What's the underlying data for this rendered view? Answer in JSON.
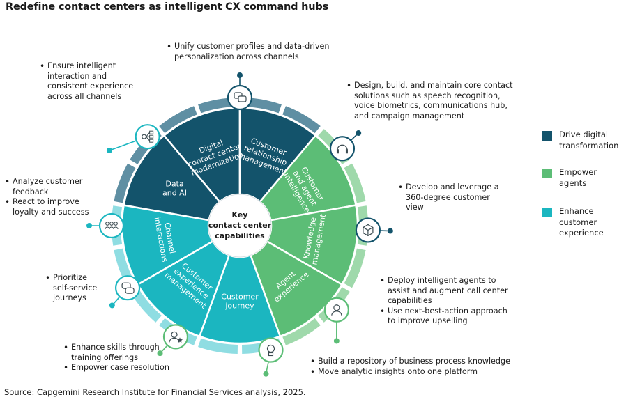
{
  "title": "Redefine contact centers as intelligent CX command hubs",
  "source": "Source: Capgemini Research Institute for Financial Services analysis, 2025.",
  "center": [
    "Key",
    "contact center",
    "capabilities"
  ],
  "colors": {
    "drive": "#13536b",
    "empower": "#5cbd76",
    "enhance": "#1bb6c0",
    "light_drive": "#5f8fa3",
    "light_empower": "#9fd9ab",
    "light_enhance": "#8fdde2"
  },
  "segments": [
    {
      "lines": [
        "Data",
        "and AI"
      ],
      "group": "drive"
    },
    {
      "lines": [
        "Digital",
        "contact center",
        "modernization"
      ],
      "group": "drive"
    },
    {
      "lines": [
        "Customer",
        "relationship",
        "management"
      ],
      "group": "drive"
    },
    {
      "lines": [
        "Customer",
        "and agent",
        "intelligence"
      ],
      "group": "empower"
    },
    {
      "lines": [
        "Knowledge",
        "management"
      ],
      "group": "empower"
    },
    {
      "lines": [
        "Agent",
        "experience"
      ],
      "group": "empower"
    },
    {
      "lines": [
        "Customer",
        "journey"
      ],
      "group": "enhance"
    },
    {
      "lines": [
        "Customer",
        "experience",
        "management"
      ],
      "group": "enhance"
    },
    {
      "lines": [
        "Channel",
        "interactions"
      ],
      "group": "enhance"
    }
  ],
  "icons": [
    "chat-icon",
    "headset-icon",
    "cube-icon",
    "agent-icon",
    "lightbulb-icon",
    "user-star-icon",
    "message-icon",
    "team-icon",
    "network-icon"
  ],
  "notes": {
    "data_ai": [
      "Unify customer profiles and data-driven",
      "personalization across channels"
    ],
    "digital": [
      "Design, build, and maintain core contact",
      "solutions such as speech recognition,",
      "voice biometrics, communications hub,",
      "and campaign management"
    ],
    "crm": [
      "Develop and leverage a",
      "360-degree customer",
      "view"
    ],
    "intel_1": [
      "Deploy intelligent agents to",
      "assist and augment call center",
      "capabilities"
    ],
    "intel_2": [
      "Use next-best-action approach",
      "to improve upselling"
    ],
    "knowledge_1": [
      "Build a repository of business process knowledge"
    ],
    "knowledge_2": [
      "Move analytic insights onto one platform"
    ],
    "agent_1": [
      "Enhance skills through",
      "training offerings"
    ],
    "agent_2": [
      "Empower case resolution"
    ],
    "journey": [
      "Prioritize",
      "self-service",
      "journeys"
    ],
    "cxm_1": [
      "Analyze customer",
      "feedback"
    ],
    "cxm_2": [
      "React to improve",
      "loyalty and success"
    ],
    "channel": [
      "Ensure intelligent",
      "interaction and",
      "consistent experience",
      "across all channels"
    ]
  },
  "bullet": "•",
  "legend": [
    {
      "lines": [
        "Drive digital",
        "transformation"
      ],
      "color": "#13536b"
    },
    {
      "lines": [
        "Empower",
        "agents"
      ],
      "color": "#5cbd76"
    },
    {
      "lines": [
        "Enhance",
        "customer",
        "experience"
      ],
      "color": "#1bb6c0"
    }
  ]
}
